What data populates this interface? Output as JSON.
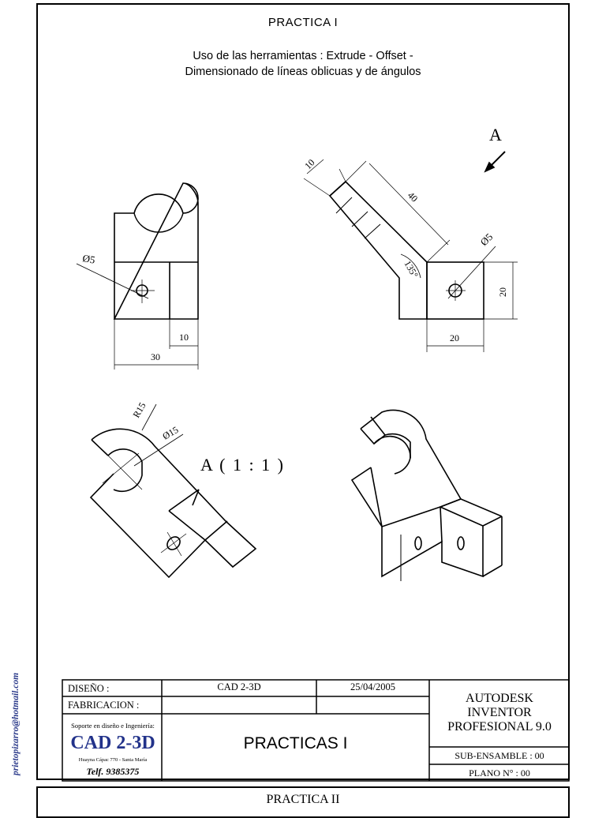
{
  "sheet": {
    "title": "PRACTICA I",
    "subtitle_line1": "Uso de las herramientas : Extrude - Offset -",
    "subtitle_line2": "Dimensionado de líneas oblicuas y de ángulos"
  },
  "side_email": "prietopizarro@hotmail.com",
  "views": {
    "front": {
      "dim_diameter": "Ø5",
      "dim_width": "30",
      "dim_right": "10"
    },
    "oblique": {
      "view_label": "A",
      "dim_thickness": "10",
      "dim_length": "40",
      "dim_angle": "135°",
      "dim_diameter": "Ø5",
      "dim_height": "20",
      "dim_width": "20"
    },
    "detail": {
      "label": "A ( 1 : 1 )",
      "dim_radius": "R15",
      "dim_diameter": "Ø15"
    }
  },
  "title_block": {
    "diseno_label": "DISEÑO :",
    "fabricacion_label": "FABRICACION :",
    "cad_label": "CAD 2-3D",
    "date": "25/04/2005",
    "software_line1": "AUTODESK",
    "software_line2": "INVENTOR",
    "software_line3": "PROFESIONAL 9.0",
    "support_text": "Soporte en diseño e Ingeniería:",
    "company_name": "CAD 2-3D",
    "address": "Huayna Cápac 770 - Santa María",
    "phone": "Telf. 9385375",
    "drawing_title": "PRACTICAS I",
    "subassembly": "SUB-ENSAMBLE : 00",
    "plane_number": "PLANO N° : 00"
  },
  "next_sheet_title": "PRACTICA II"
}
